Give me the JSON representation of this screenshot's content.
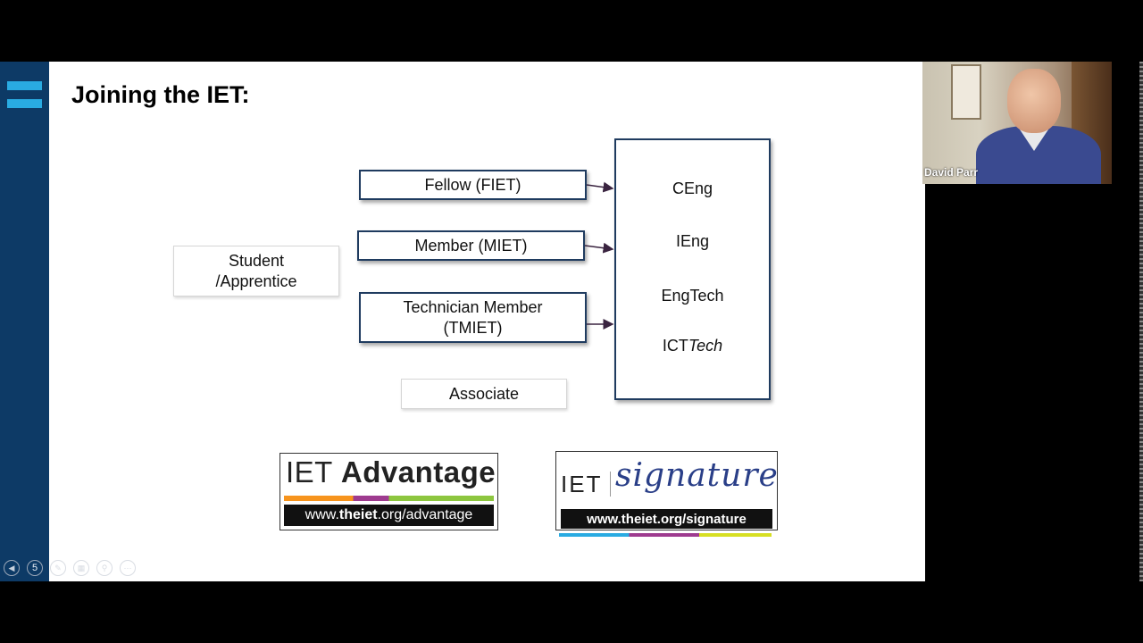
{
  "slide": {
    "title": "Joining the IET:",
    "page_number": "5",
    "grades": [
      {
        "label": "Fellow (FIET)"
      },
      {
        "label": "Member (MIET)"
      },
      {
        "label": "Technician Member (TMIET)"
      }
    ],
    "student": "Student /Apprentice",
    "associate": "Associate",
    "qualifications": {
      "ceng": "CEng",
      "ieng": "IEng",
      "engtech": "EngTech",
      "ict_prefix": "ICT",
      "ict_suffix": "Tech"
    },
    "logos": {
      "advantage": {
        "prefix": "IET",
        "name": "Advantage",
        "url_pre": "www.",
        "url_bold": "theiet",
        "url_post": ".org/advantage"
      },
      "signature": {
        "prefix": "IET",
        "script": "signature",
        "url": "www.theiet.org/signature"
      }
    }
  },
  "video": {
    "participant_name": "David Parr"
  },
  "colors": {
    "sidebar": "#0d3a66",
    "logo_accent": "#29abe2",
    "box_border": "#1f3b5f",
    "arrow": "#3a2440"
  }
}
